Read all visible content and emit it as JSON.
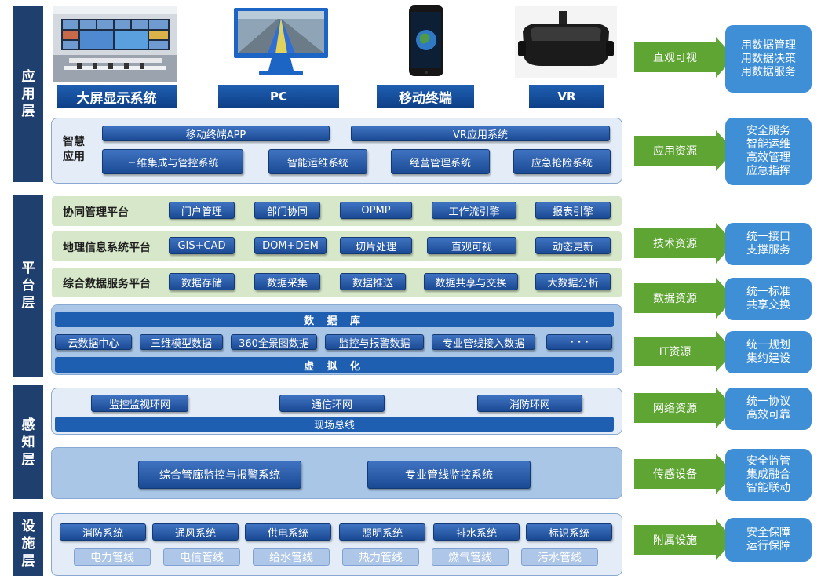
{
  "layers": [
    {
      "id": "app",
      "label": "应用层"
    },
    {
      "id": "platform",
      "label": "平台层"
    },
    {
      "id": "sense",
      "label": "感知层"
    },
    {
      "id": "facility",
      "label": "设施层"
    }
  ],
  "devices": [
    {
      "label": "大屏显示系统"
    },
    {
      "label": "PC"
    },
    {
      "label": "移动终端"
    },
    {
      "label": "VR"
    }
  ],
  "smart_app": {
    "title": "智慧应用",
    "row1": [
      "移动终端APP",
      "VR应用系统"
    ],
    "row2": [
      "三维集成与管控系统",
      "智能运维系统",
      "经营管理系统",
      "应急抢险系统"
    ]
  },
  "platform": {
    "collab": {
      "title": "协同管理平台",
      "items": [
        "门户管理",
        "部门协同",
        "OPMP",
        "工作流引擎",
        "报表引擎"
      ]
    },
    "gis": {
      "title": "地理信息系统平台",
      "items": [
        "GIS+CAD",
        "DOM+DEM",
        "切片处理",
        "直观可视",
        "动态更新"
      ]
    },
    "data": {
      "title": "综合数据服务平台",
      "items": [
        "数据存储",
        "数据采集",
        "数据推送",
        "数据共享与交换",
        "大数据分析"
      ]
    },
    "db": {
      "top": "数 据 库",
      "items": [
        "云数据中心",
        "三维模型数据",
        "360全景图数据",
        "监控与报警数据",
        "专业管线接入数据",
        "· · ·"
      ],
      "bottom": "虚 拟 化"
    }
  },
  "sense": {
    "networks": [
      "监控监视环网",
      "通信环网",
      "消防环网"
    ],
    "bus": "现场总线",
    "systems": [
      "综合管廊监控与报警系统",
      "专业管线监控系统"
    ]
  },
  "facility": {
    "systems": [
      "消防系统",
      "通风系统",
      "供电系统",
      "照明系统",
      "排水系统",
      "标识系统"
    ],
    "pipes": [
      "电力管线",
      "电信管线",
      "给水管线",
      "热力管线",
      "燃气管线",
      "污水管线"
    ]
  },
  "arrows": [
    {
      "label": "直观可视",
      "result": [
        "用数据管理",
        "用数据决策",
        "用数据服务"
      ]
    },
    {
      "label": "应用资源",
      "result": [
        "安全服务",
        "智能运维",
        "高效管理",
        "应急指挥"
      ]
    },
    {
      "label": "技术资源",
      "result": [
        "统一接口",
        "支撑服务"
      ]
    },
    {
      "label": "数据资源",
      "result": [
        "统一标准",
        "共享交换"
      ]
    },
    {
      "label": "IT资源",
      "result": [
        "统一规划",
        "集约建设"
      ]
    },
    {
      "label": "网络资源",
      "result": [
        "统一协议",
        "高效可靠"
      ]
    },
    {
      "label": "传感设备",
      "result": [
        "安全监管",
        "集成融合",
        "智能联动"
      ]
    },
    {
      "label": "附属设施",
      "result": [
        "安全保障",
        "运行保障"
      ]
    }
  ],
  "colors": {
    "navy": "#1f3f6e",
    "button": "#1b4a94",
    "arrow_green": "#5fa533",
    "result_blue": "#3f8fd6"
  }
}
